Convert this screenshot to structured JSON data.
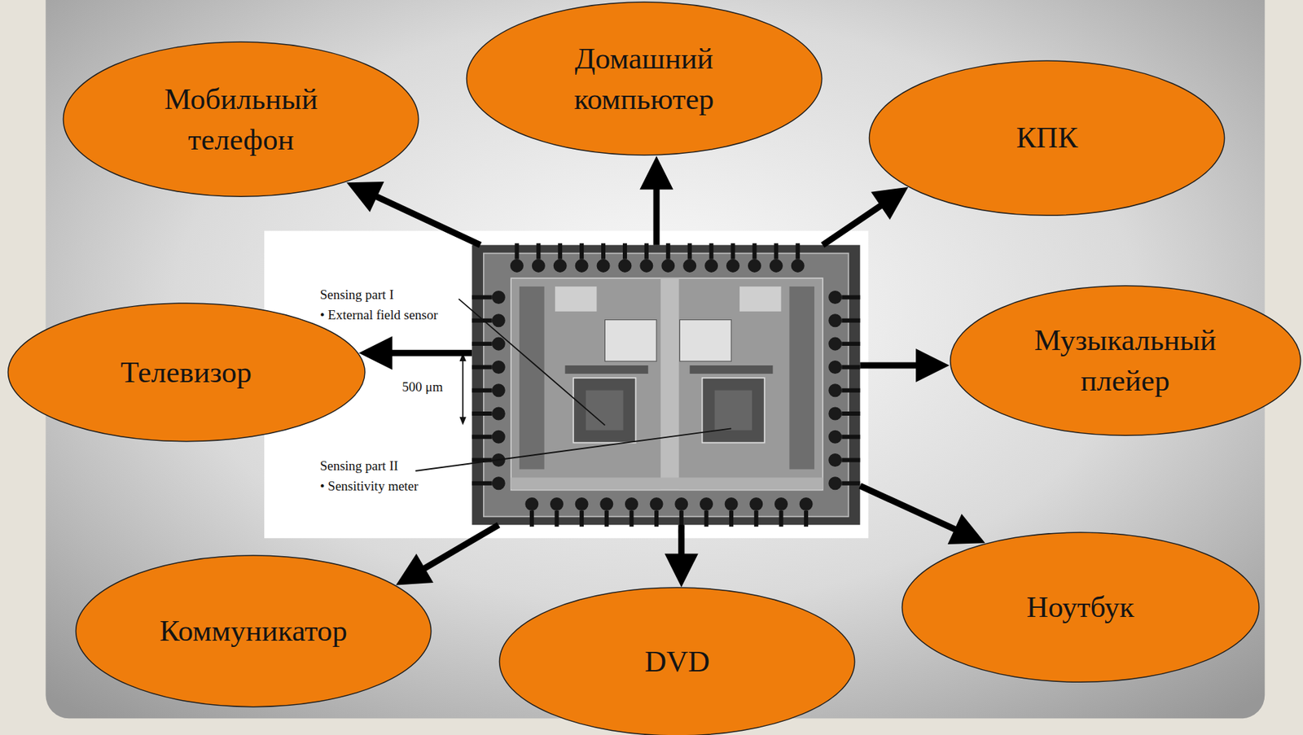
{
  "diagram": {
    "nodes": [
      {
        "text": [
          "Мобильный телефон"
        ]
      },
      {
        "text": [
          "Домашний компьютер"
        ]
      },
      {
        "text": [
          "КПК"
        ]
      },
      {
        "text": [
          "Телевизор"
        ]
      },
      {
        "text": [
          "Sensing part I",
          "• External field sensor",
          "Sensing part II",
          "• Sensitivity meter"
        ]
      },
      {
        "text": [
          "Музыкальный плейер"
        ]
      },
      {
        "text": [
          "Коммуникатор"
        ]
      },
      {
        "text": [
          "DVD"
        ]
      },
      {
        "text": [
          "Ноутбук"
        ]
      }
    ],
    "edges": [
      {
        "from": 4,
        "to": 0,
        "arrow": "to"
      },
      {
        "from": 4,
        "to": 1,
        "arrow": "to"
      },
      {
        "from": 4,
        "to": 2,
        "arrow": "to"
      },
      {
        "from": 4,
        "to": 3,
        "arrow": "to"
      },
      {
        "from": 4,
        "to": 5,
        "arrow": "to"
      },
      {
        "from": 4,
        "to": 8,
        "arrow": "to"
      },
      {
        "from": 4,
        "to": 7,
        "arrow": "to"
      },
      {
        "from": 4,
        "to": 6,
        "arrow": "to"
      }
    ],
    "labels": [
      "500 μm"
    ]
  }
}
